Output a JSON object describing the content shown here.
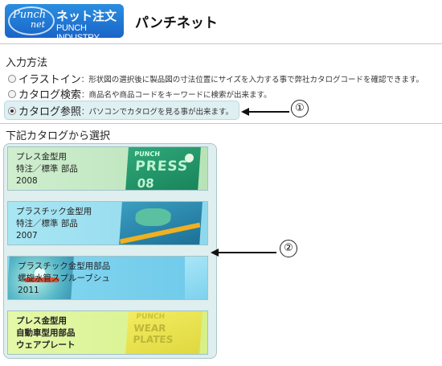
{
  "header": {
    "logo": {
      "brand_text": "Punch net",
      "line1": "ネット注文",
      "line2": "PUNCH INDUSTRY"
    },
    "title": "パンチネット"
  },
  "input_method": {
    "label": "入力方法",
    "options": [
      {
        "name": "イラストイン",
        "desc": "：形状図の選択後に製品図の寸法位置にサイズを入力する事で弊社カタログコードを確認できます。",
        "checked": false
      },
      {
        "name": "カタログ検索",
        "desc": "：商品名や商品コードをキーワードに検索が出来ます。",
        "checked": false
      },
      {
        "name": "カタログ参照",
        "desc": "：パソコンでカタログを見る事が出来ます。",
        "checked": true
      }
    ]
  },
  "annotations": {
    "one": "①",
    "two": "②"
  },
  "catalog": {
    "label": "下記カタログから選択",
    "items": [
      {
        "line1": "プレス金型用",
        "line2": "特注／標準 部品",
        "line3": "2008",
        "cover_sub": "PUNCH",
        "cover_main": "PRESS",
        "cover_num": "08",
        "color": "#cfeecf"
      },
      {
        "line1": "プラスチック金型用",
        "line2": "特注／標準 部品",
        "line3": "2007",
        "color": "#a8e6f3"
      },
      {
        "line1": "プラスチック金型用部品",
        "line2": "螺旋水管スプルーブシュ",
        "line3": "2011",
        "color": "#86d9f0"
      },
      {
        "line1": "プレス金型用",
        "line2": "自動車型用部品",
        "line3": "ウェアプレート",
        "cover_sub": "PUNCH",
        "cover_main": "WEAR PLATES",
        "color": "#e4f8a8"
      }
    ]
  }
}
